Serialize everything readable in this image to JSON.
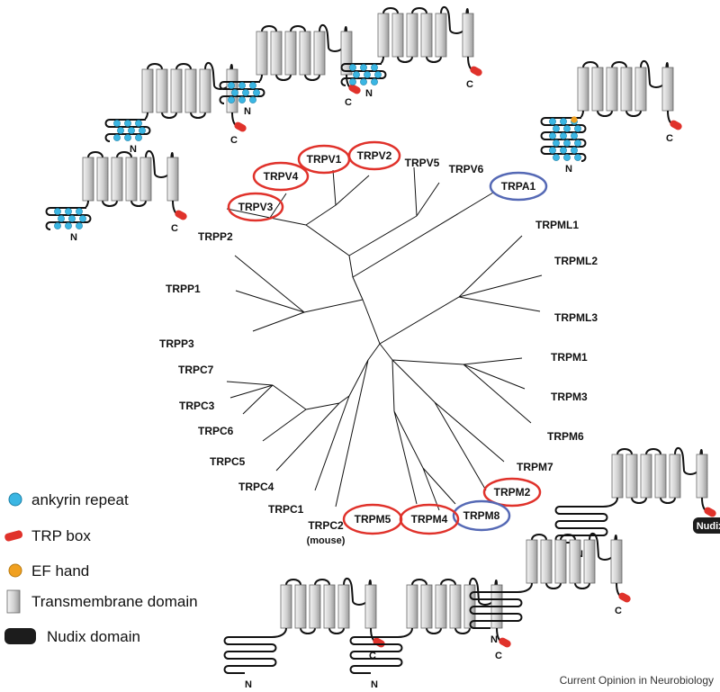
{
  "tree": {
    "leaves": {
      "trpv1": "TRPV1",
      "trpv2": "TRPV2",
      "trpv3": "TRPV3",
      "trpv4": "TRPV4",
      "trpv5": "TRPV5",
      "trpv6": "TRPV6",
      "trpa1": "TRPA1",
      "trpml1": "TRPML1",
      "trpml2": "TRPML2",
      "trpml3": "TRPML3",
      "trpm1": "TRPM1",
      "trpm3": "TRPM3",
      "trpm6": "TRPM6",
      "trpm7": "TRPM7",
      "trpm2": "TRPM2",
      "trpm8": "TRPM8",
      "trpm4": "TRPM4",
      "trpm5": "TRPM5",
      "trpc2": "TRPC2",
      "trpc2_note": "(mouse)",
      "trpc1": "TRPC1",
      "trpc4": "TRPC4",
      "trpc5": "TRPC5",
      "trpc6": "TRPC6",
      "trpc3": "TRPC3",
      "trpc7": "TRPC7",
      "trpp3": "TRPP3",
      "trpp1": "TRPP1",
      "trpp2": "TRPP2"
    },
    "highlight_colors": {
      "red": "#e0322b",
      "blue": "#5569b5"
    }
  },
  "topology": {
    "n_terminus": "N",
    "c_terminus": "C",
    "nudix": "Nudix"
  },
  "legend": {
    "ankyrin": "ankyrin repeat",
    "trp_box": "TRP box",
    "ef_hand": "EF hand",
    "transmembrane": "Transmembrane domain",
    "nudix": "Nudix domain"
  },
  "colors": {
    "ankyrin": "#3bb6e3",
    "trp_box": "#e0322b",
    "ef_hand": "#f0a020",
    "nudix": "#1c1c1c"
  },
  "credit": "Current Opinion in Neurobiology"
}
